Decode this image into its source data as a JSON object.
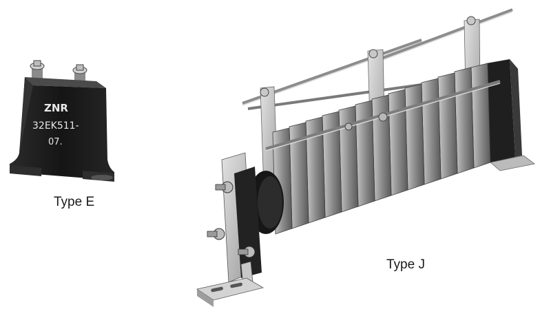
{
  "figure": {
    "type_e": {
      "caption": "Type E",
      "marking": [
        "ZNR",
        "32EK511-",
        "07."
      ]
    },
    "type_j": {
      "caption": "Type J"
    },
    "colors": {
      "background": "#ffffff",
      "component_body": "#1e1e1e",
      "metal_fin": "#9a9a9a",
      "text": "#1a1a1a"
    }
  }
}
